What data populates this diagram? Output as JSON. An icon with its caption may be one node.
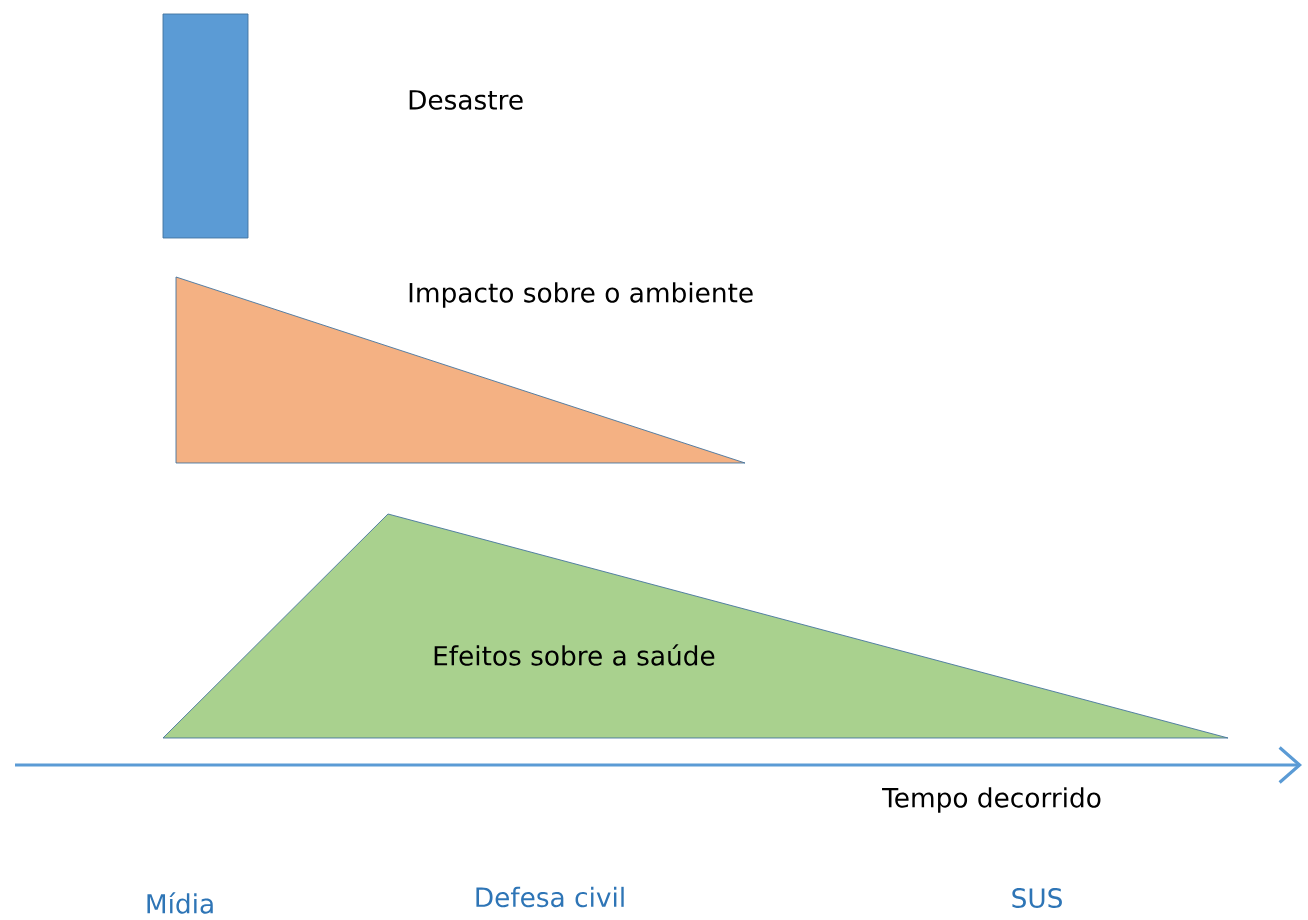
{
  "diagram": {
    "nodes": [
      {
        "text": [],
        "shape": "bar"
      },
      {
        "text": [
          "Impacto sobre o ambiente"
        ]
      },
      {
        "text": [
          "Efeitos sobre a saúde"
        ]
      }
    ],
    "labels": [
      "Desastre",
      "Tempo decorrido",
      "Mídia",
      "Defesa civil",
      "SUS"
    ]
  }
}
